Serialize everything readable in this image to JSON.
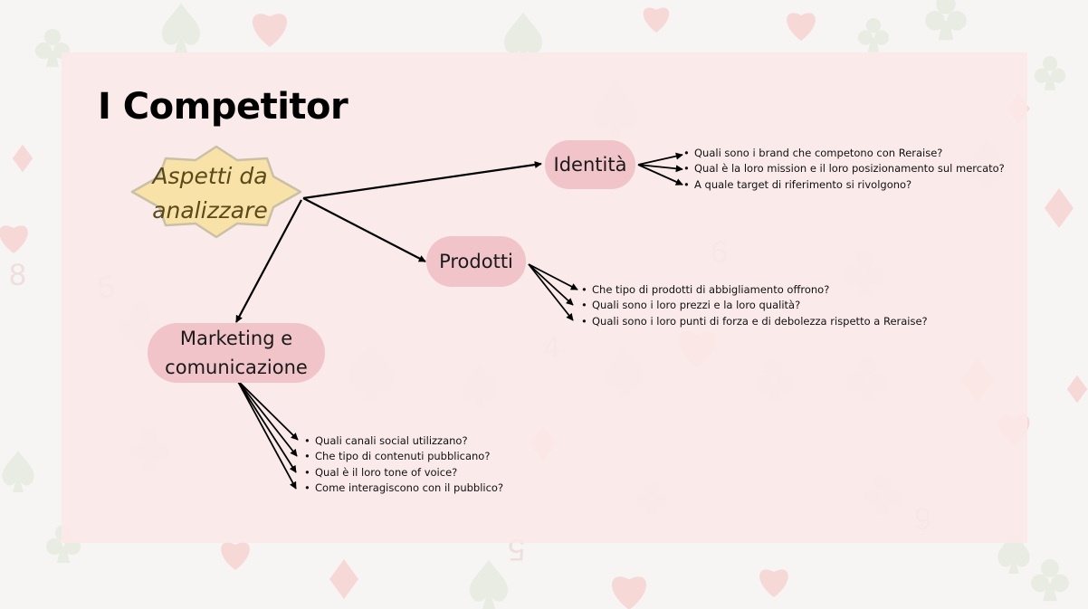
{
  "title": "I Competitor",
  "central": {
    "label_line1": "Aspetti da",
    "label_line2": "analizzare"
  },
  "colors": {
    "star_fill": "#f8e2a8",
    "star_stroke": "#c9c0a6",
    "node_fill": "#f0c4c8",
    "panel": "#fae8e8",
    "arrow": "#000000"
  },
  "nodes": {
    "identita": {
      "label": "Identità",
      "questions": [
        "Quali sono i brand che competono con Reraise?",
        "Qual è la loro mission e il loro posizionamento sul mercato?",
        "A quale target di riferimento si rivolgono?"
      ]
    },
    "prodotti": {
      "label": "Prodotti",
      "questions": [
        "Che tipo di prodotti di abbigliamento offrono?",
        "Quali sono i loro prezzi e la loro qualità?",
        "Quali sono i loro punti di forza e di debolezza rispetto a Reraise?"
      ]
    },
    "marketing": {
      "label_line1": "Marketing e",
      "label_line2": "comunicazione",
      "questions": [
        "Quali canali social utilizzano?",
        "Che tipo di contenuti pubblicano?",
        "Qual è il loro tone of voice?",
        "Come interagiscono con il pubblico?"
      ]
    }
  }
}
